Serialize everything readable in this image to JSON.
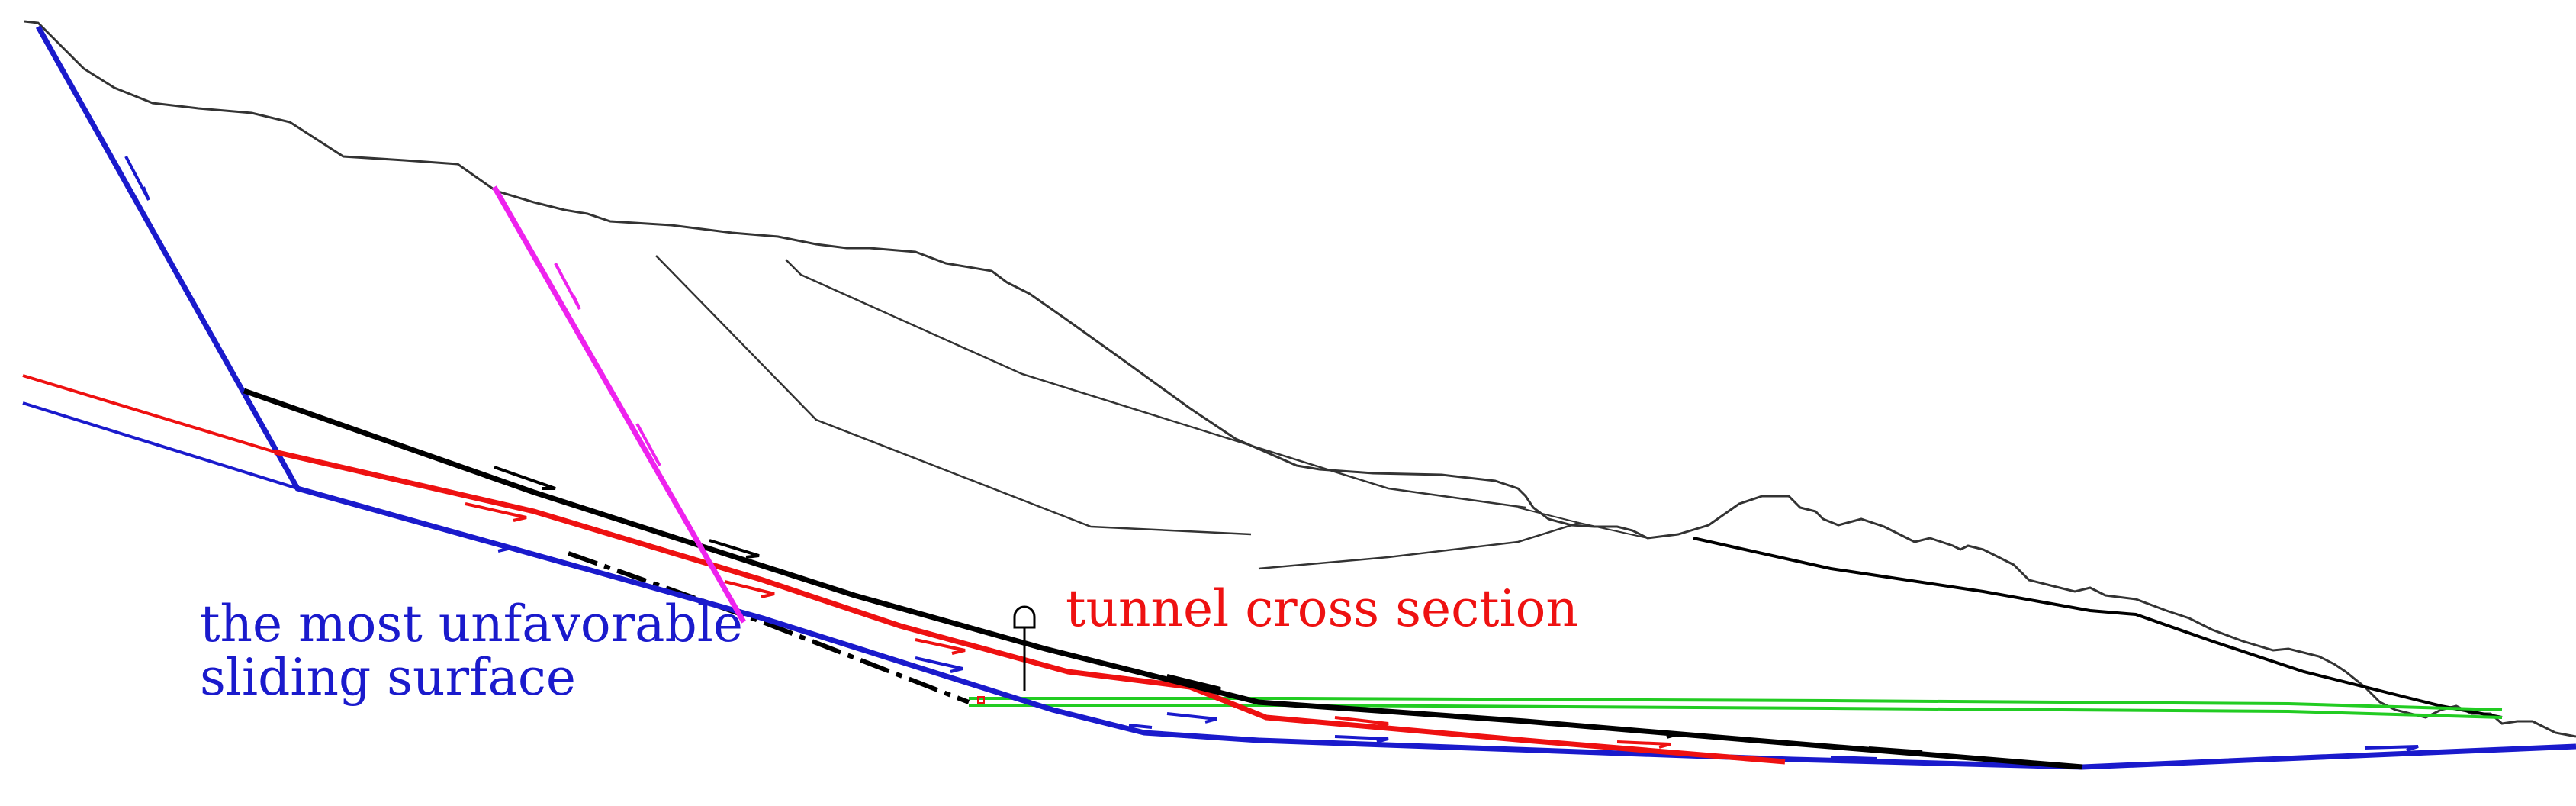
{
  "labels": {
    "sliding_surface_line1": "the most unfavorable",
    "sliding_surface_line2": "sliding surface",
    "tunnel": "tunnel cross section"
  },
  "colors": {
    "blue": "#1a1acc",
    "red": "#ee1111",
    "black": "#000000",
    "magenta": "#ee22ee",
    "green": "#22cc22",
    "gray": "#333333"
  },
  "icons": {
    "tunnel": "tunnel-cross-section-icon",
    "arrow": "slip-direction-arrow-icon"
  }
}
